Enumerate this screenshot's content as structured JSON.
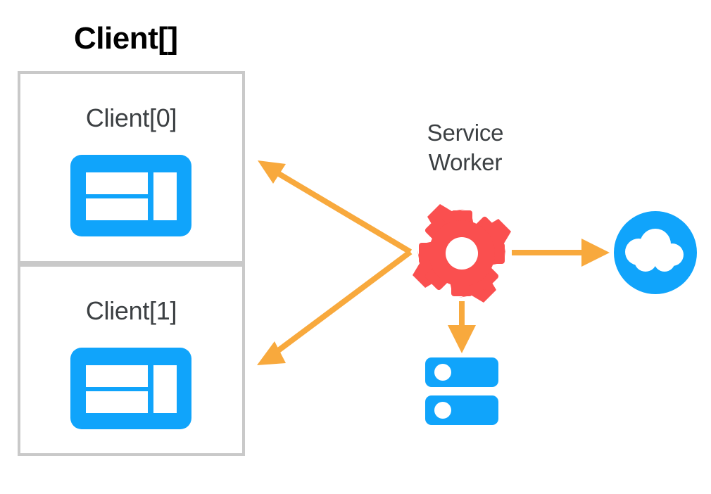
{
  "diagram": {
    "title": "Client[] / Service Worker architecture",
    "colors": {
      "client_blue": "#10a4fb",
      "gear_red": "#fa4f4f",
      "arrow_orange": "#f8a93d",
      "box_border_gray": "#c9c9c9",
      "label_dark": "#3c4043",
      "title_black": "#000000",
      "background": "#ffffff"
    }
  },
  "clients_group": {
    "title": "Client[]",
    "boxes": [
      {
        "label": "Client[0]",
        "icon": "browser-window-icon"
      },
      {
        "label": "Client[1]",
        "icon": "browser-window-icon"
      }
    ]
  },
  "service_worker": {
    "label_line1": "Service",
    "label_line2": "Worker",
    "icon": "gear-icon"
  },
  "network": {
    "icon": "cloud-icon",
    "label": ""
  },
  "storage": {
    "icon": "database-icon",
    "label": ""
  },
  "arrows": [
    {
      "name": "arrow-sw-to-client0",
      "from": "service-worker",
      "to": "client-0",
      "direction": "up-left",
      "style": "solid"
    },
    {
      "name": "arrow-sw-to-client1",
      "from": "service-worker",
      "to": "client-1",
      "direction": "down-left",
      "style": "solid"
    },
    {
      "name": "arrow-sw-to-cloud",
      "from": "service-worker",
      "to": "cloud",
      "direction": "right",
      "style": "solid"
    },
    {
      "name": "arrow-sw-to-database",
      "from": "service-worker",
      "to": "database",
      "direction": "down",
      "style": "solid"
    }
  ]
}
